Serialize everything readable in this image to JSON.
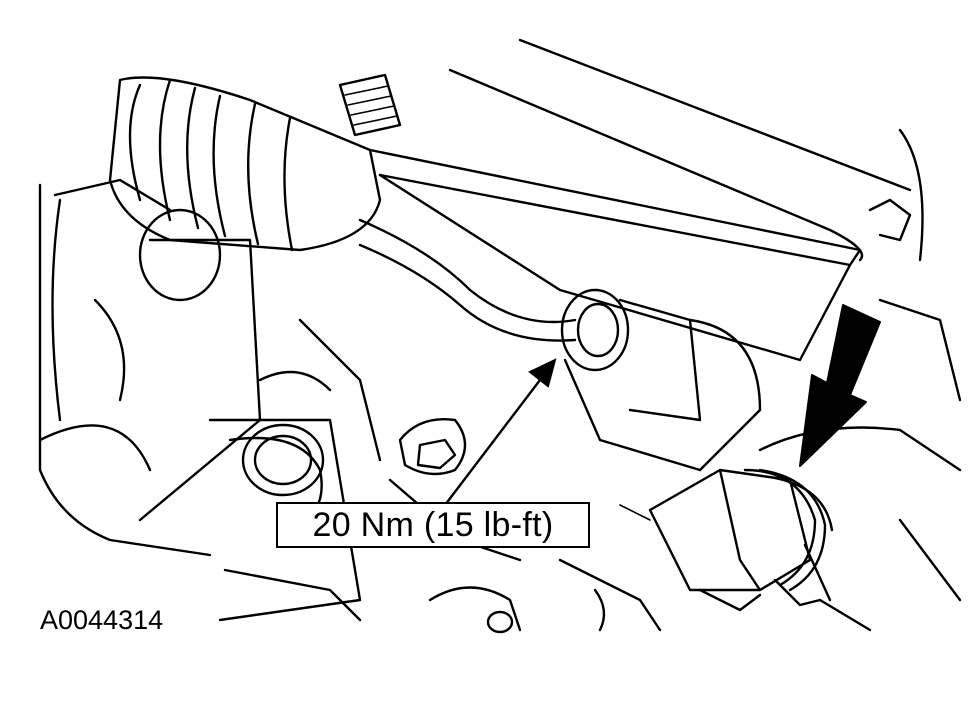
{
  "figure": {
    "torque_label": "20 Nm (15 lb-ft)",
    "figure_id": "A0044314"
  },
  "icons": {
    "torque_arrow": "leader-arrow",
    "clamp_arrow": "bold-down-arrow"
  },
  "colors": {
    "line": "#000000",
    "background": "#ffffff"
  }
}
